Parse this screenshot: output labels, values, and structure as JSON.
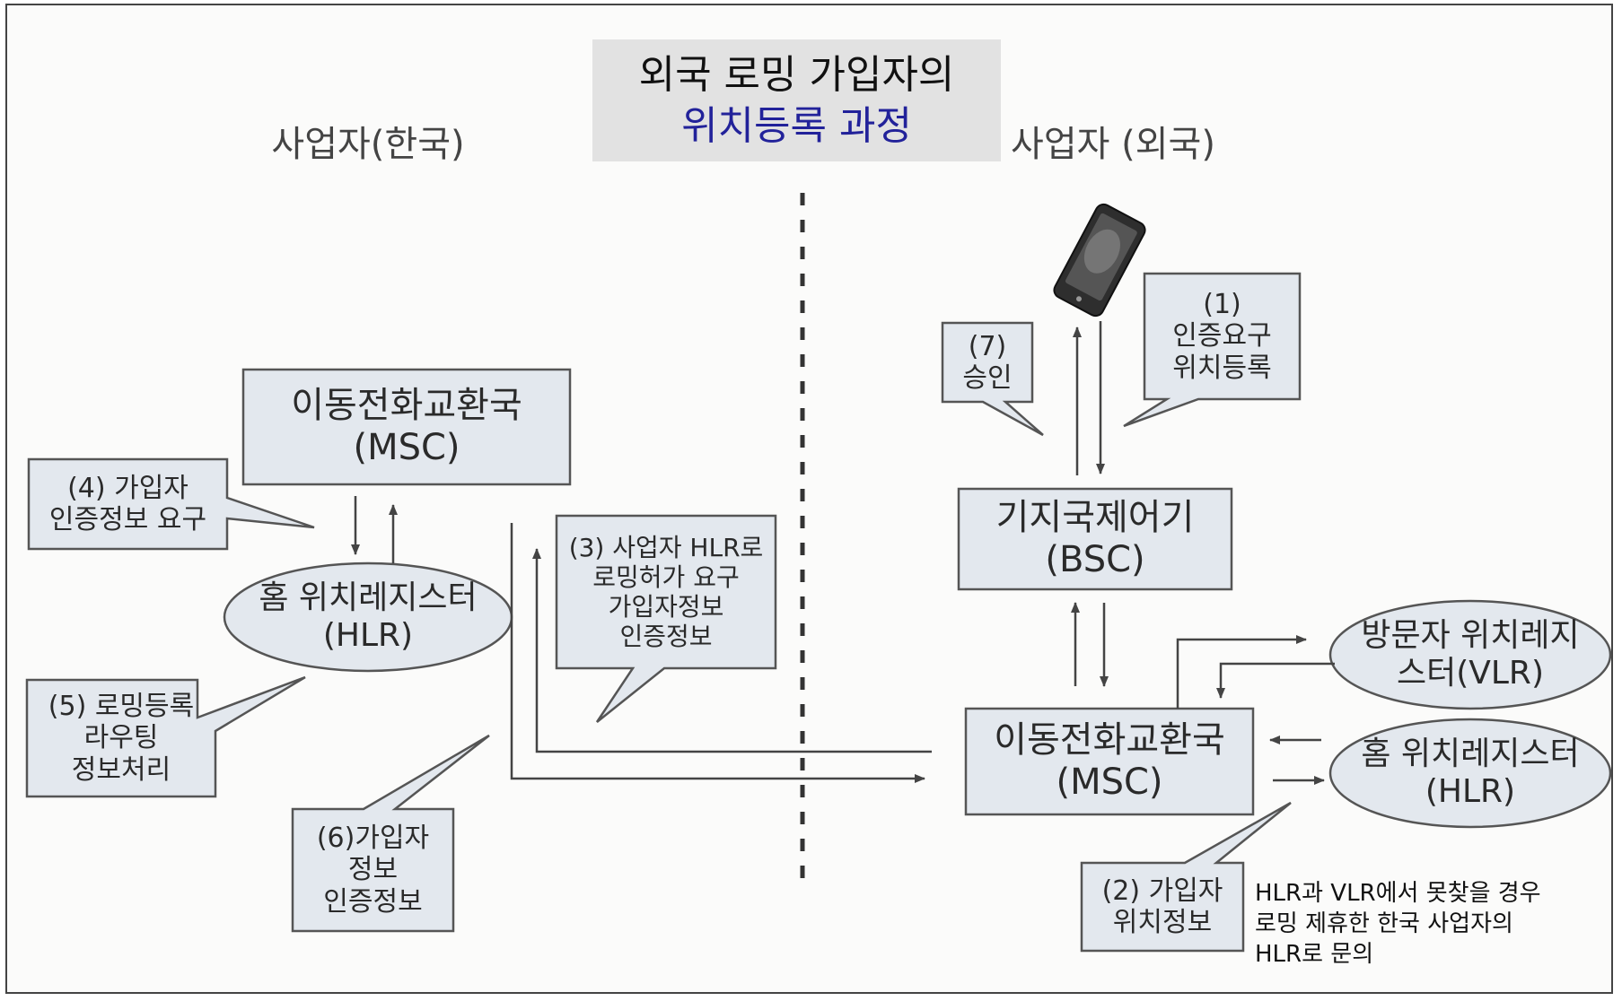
{
  "title": {
    "line1": "외국 로밍 가입자의",
    "line2": "위치등록 과정"
  },
  "regions": {
    "left": "사업자(한국)",
    "right": "사업자 (외국)"
  },
  "nodes": {
    "msc_korea": "이동전화교환국\n(MSC)",
    "hlr_korea": "홈 위치레지스터\n(HLR)",
    "bsc": "기지국제어기\n(BSC)",
    "msc_foreign": "이동전화교환국\n(MSC)",
    "vlr_foreign": "방문자 위치레지\n스터(VLR)",
    "hlr_foreign": "홈 위치레지스터\n(HLR)"
  },
  "callouts": {
    "step1": "(1)\n인증요구\n위치등록",
    "step2": "(2) 가입자\n위치정보",
    "step3": "(3) 사업자 HLR로\n로밍허가 요구\n가입자정보\n인증정보",
    "step4": "(4) 가입자\n인증정보 요구",
    "step5": "(5) 로밍등록\n라우팅\n정보처리",
    "step6": "(6)가입자\n정보\n인증정보",
    "step7": "(7)\n승인"
  },
  "note": "HLR과 VLR에서 못찾을 경우\n로밍 제휴한 한국 사업자의\nHLR로 문의",
  "icons": {
    "phone": "mobile-phone-icon"
  }
}
